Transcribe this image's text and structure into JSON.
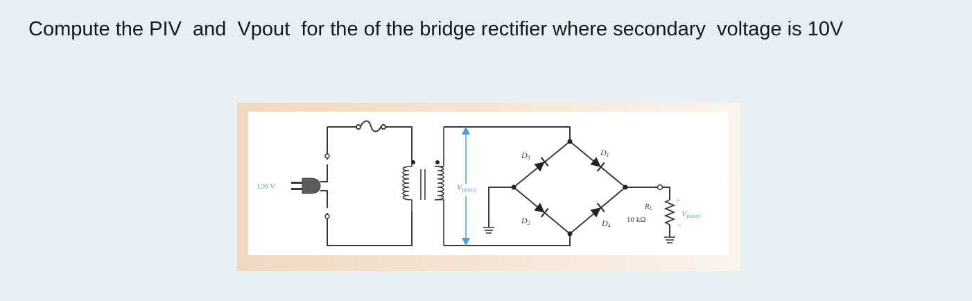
{
  "question": {
    "text": "Compute the PIV  and  Vpout  for the of the bridge rectifier where secondary  voltage is 10V"
  },
  "figure": {
    "source_label": "120 V",
    "secondary_voltage_label": "V",
    "secondary_voltage_subscript": "p(sec)",
    "output_voltage_label": "V",
    "output_voltage_subscript": "p(out)",
    "output_plus": "+",
    "output_minus": "−",
    "load_resistor_label": "R",
    "load_resistor_subscript": "L",
    "load_resistor_value": "10 kΩ",
    "diodes": [
      {
        "name": "D",
        "sub": "1"
      },
      {
        "name": "D",
        "sub": "2"
      },
      {
        "name": "D",
        "sub": "3"
      },
      {
        "name": "D",
        "sub": "4"
      }
    ],
    "components": [
      "plug",
      "fuse",
      "transformer",
      "bridge-rectifier",
      "load-resistor",
      "ground"
    ],
    "colors": {
      "wire": "#3a3a3a",
      "annotation": "#4aa3e0",
      "frame": "#f0d8c0",
      "background": "#e8f0f4"
    }
  }
}
